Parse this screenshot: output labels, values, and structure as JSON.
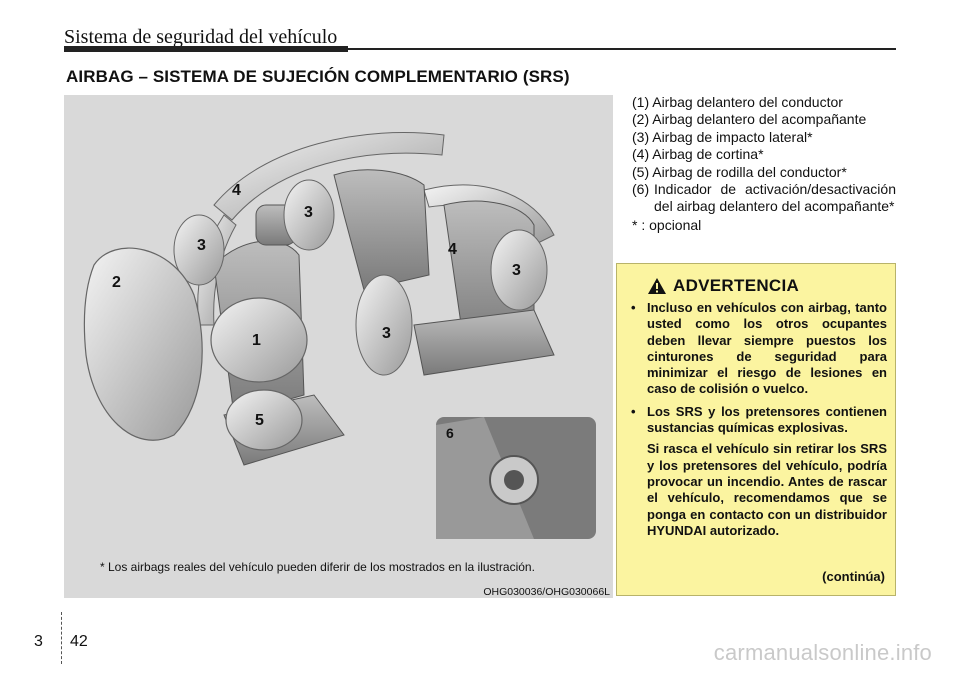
{
  "header": {
    "title": "Sistema de seguridad del vehículo"
  },
  "section": {
    "title": "AIRBAG – SISTEMA DE SUJECIÓN COMPLEMENTARIO (SRS)"
  },
  "figure": {
    "callouts": [
      "2",
      "3",
      "4",
      "3",
      "1",
      "5",
      "3",
      "4",
      "3",
      "6"
    ],
    "note": "* Los airbags reales del vehículo pueden diferir de los mostrados en la ilustración.",
    "code": "OHG030036/OHG030066L"
  },
  "legend": {
    "items": [
      "(1) Airbag delantero del conductor",
      "(2) Airbag delantero del acompañante",
      "(3) Airbag de impacto lateral*",
      "(4) Airbag de cortina*",
      "(5) Airbag de rodilla del conductor*"
    ],
    "item6_num": "(6)",
    "item6_text": "Indicador de activación/desactivación del airbag delantero del acompañante*",
    "optional": "* : opcional"
  },
  "warning": {
    "title": "ADVERTENCIA",
    "bullets": [
      "Incluso en vehículos con airbag, tanto usted como los otros ocupantes deben llevar siempre puestos los cinturones de seguridad para minimizar el riesgo de lesiones en caso de colisión o vuelco.",
      "Los SRS y los pretensores contienen sustancias químicas explosivas."
    ],
    "paragraph": "Si rasca el vehículo sin retirar los SRS y los pretensores del vehículo, podría provocar un incendio. Antes de rascar el vehículo, recomendamos que se ponga en contacto con un distribuidor HYUNDAI autorizado.",
    "continued": "(continúa)"
  },
  "footer": {
    "chapter": "3",
    "page": "42",
    "watermark": "carmanualsonline.info"
  },
  "colors": {
    "warning_bg": "#fbf4a0",
    "figure_bg": "#d9d9d9"
  }
}
